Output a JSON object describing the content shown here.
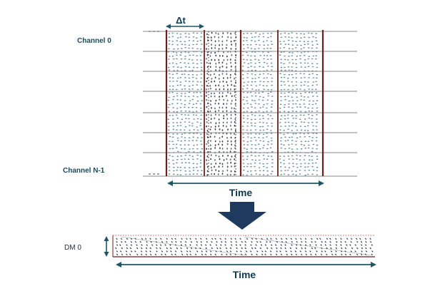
{
  "top_diagram": {
    "channel_first_label": "Channel 0",
    "channel_last_label": "Channel N-1",
    "delta_label": "Δt",
    "axis_label": "Time",
    "channel_count": 8,
    "column_count": 4
  },
  "bottom_diagram": {
    "dm_label": "DM 0",
    "axis_label": "Time"
  },
  "colors": {
    "teal": "#1f5566",
    "line_gray": "#8a8a8a",
    "dark_red": "#6b1f1f",
    "dot_teal": "#2f6b73",
    "dot_dark": "#1a1a1a",
    "arrow_navy": "#1e3a5f",
    "red_dotted": "#c06060"
  }
}
